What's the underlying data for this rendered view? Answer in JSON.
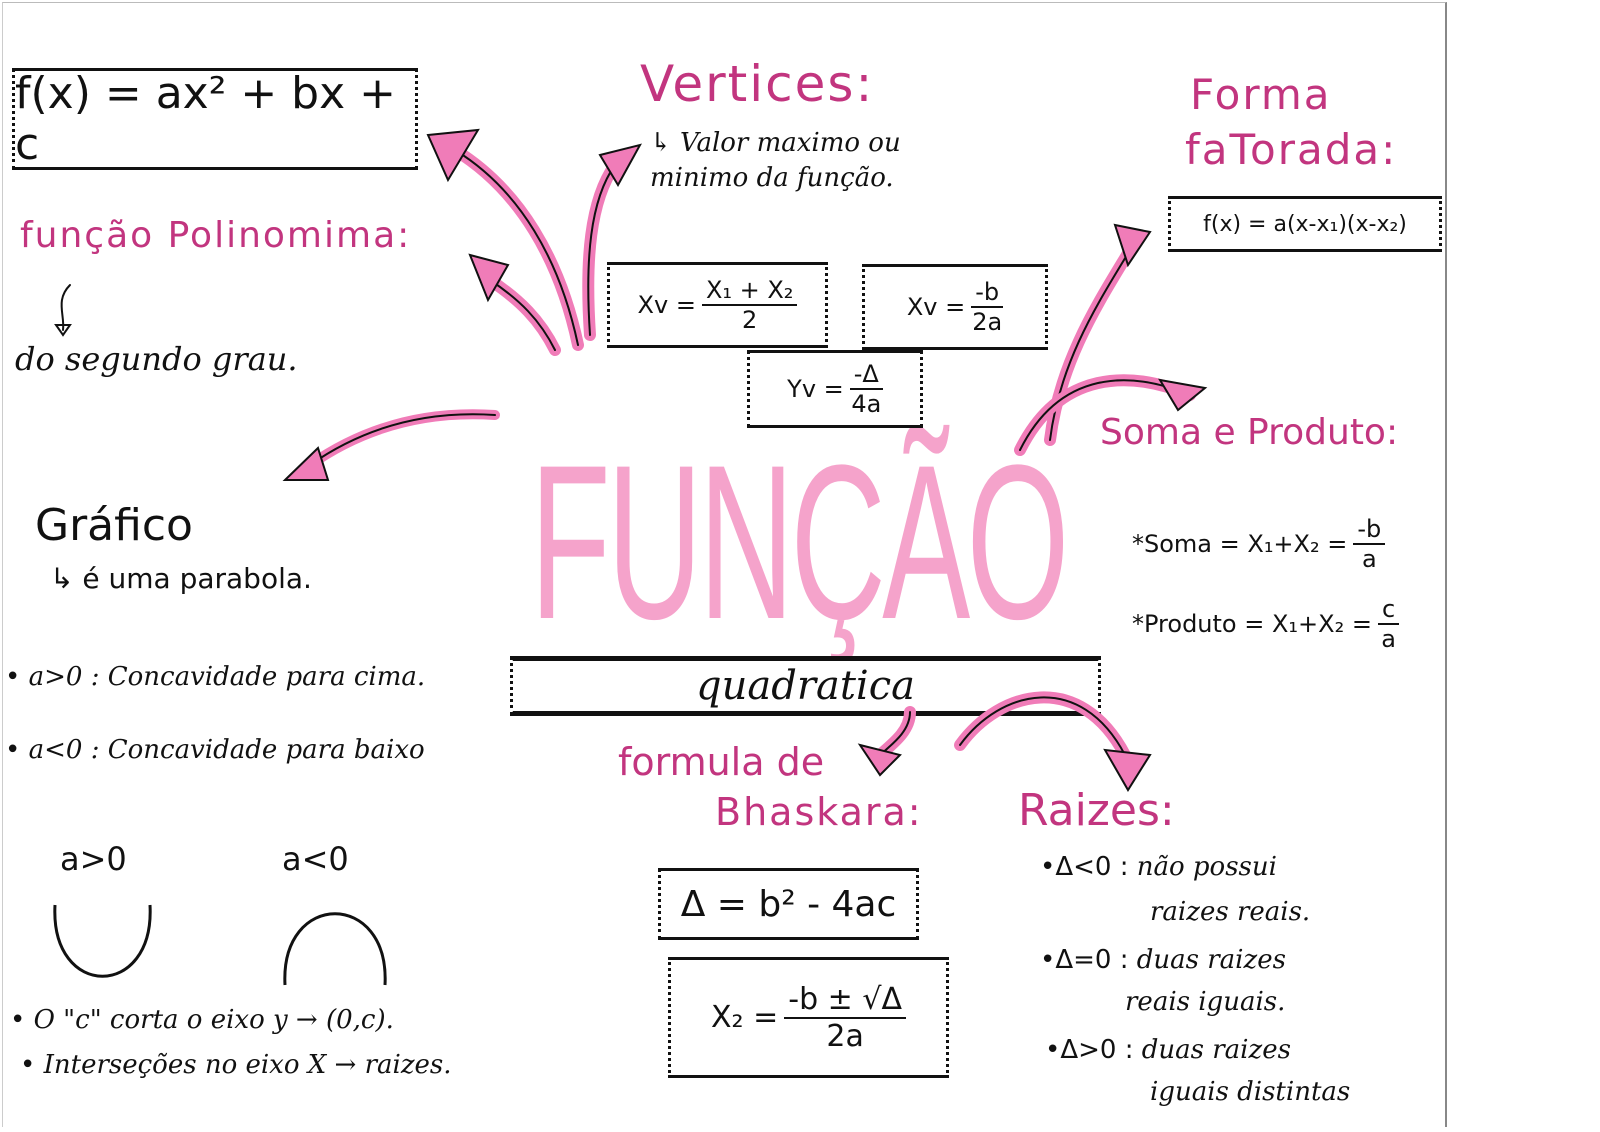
{
  "center": {
    "title": "FUNÇÃO",
    "subtitle": "quadratica"
  },
  "general_form": {
    "formula": "f(x) = ax² + bx + c"
  },
  "polynomial": {
    "title": "função Polinomima:",
    "note": "do segundo grau."
  },
  "vertices": {
    "title": "Vertices:",
    "note_line1": "↳ Valor maximo ou",
    "note_line2": "minimo da função.",
    "xv_sum": {
      "lhs": "Xv =",
      "num": "X₁ + X₂",
      "den": "2"
    },
    "xv_b": {
      "lhs": "Xv =",
      "num": "-b",
      "den": "2a"
    },
    "yv": {
      "lhs": "Yv =",
      "num": "-Δ",
      "den": "4a"
    }
  },
  "factored": {
    "title_line1": "Forma",
    "title_line2": "faTorada:",
    "formula": "f(x) = a(x-x₁)(x-x₂)"
  },
  "sum_product": {
    "title": "Soma e Produto:",
    "sum": {
      "label": "*Soma = X₁+X₂ =",
      "num": "-b",
      "den": "a"
    },
    "product": {
      "label": "*Produto = X₁+X₂ =",
      "num": "c",
      "den": "a"
    }
  },
  "graph": {
    "title": "Gráfico",
    "note": "↳ é uma parabola.",
    "item1": "• a>0 : Concavidade para cima.",
    "item2": "• a<0 : Concavidade para baixo",
    "label_up": "a>0",
    "label_down": "a<0",
    "item3": "• O \"c\" corta o eixo y → (0,c).",
    "item4": "• Interseções no eixo X → raizes."
  },
  "bhaskara": {
    "title_line1": "formula de",
    "title_line2": "Bhaskara:",
    "delta": "Δ = b² - 4ac",
    "x_lhs": "X₂ =",
    "x_num": "-b ± √Δ",
    "x_den": "2a"
  },
  "roots": {
    "title": "Raizes:",
    "items": [
      {
        "cond": "•Δ<0 :",
        "line1": "não possui",
        "line2": "raizes reais."
      },
      {
        "cond": "•Δ=0 :",
        "line1": "duas raizes",
        "line2": "reais iguais."
      },
      {
        "cond": "•Δ>0 :",
        "line1": "duas raizes",
        "line2": "iguais distintas"
      }
    ]
  },
  "colors": {
    "title_pink": "#c2357f",
    "arrow_pink": "#f07cb8",
    "center_pink": "#f5a3cb",
    "ink": "#111111"
  }
}
